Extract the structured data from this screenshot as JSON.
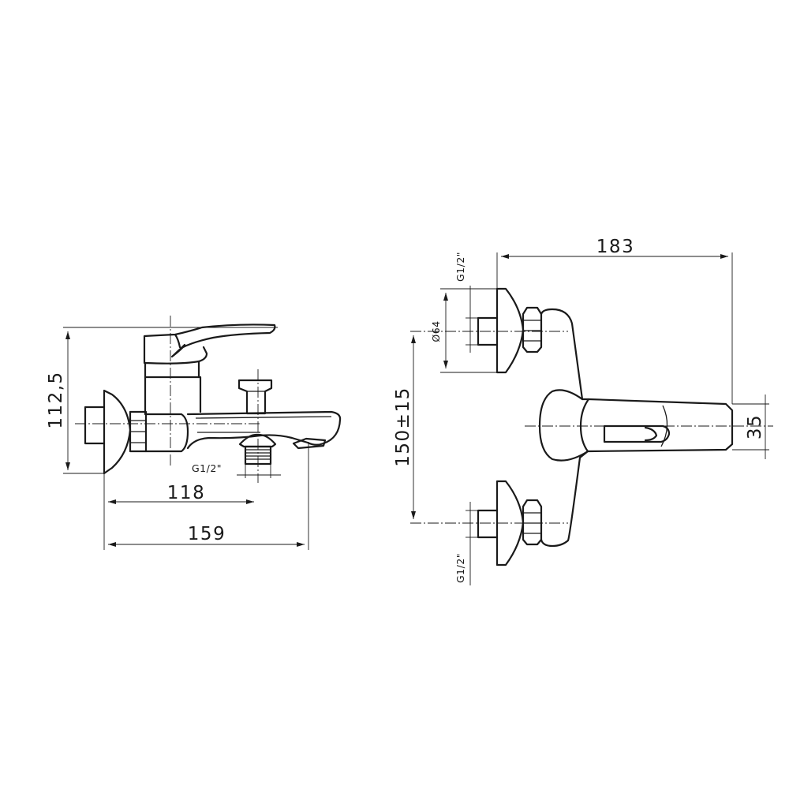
{
  "drawing": {
    "side_view": {
      "height": "112,5",
      "outlet_thread": "G1/2\"",
      "depth_to_outlet": "118",
      "total_depth": "159"
    },
    "front_view": {
      "total_width": "183",
      "inlet_thread_top": "G1/2\"",
      "inlet_thread_bottom": "G1/2\"",
      "flange_diameter": "Ø64",
      "centre_distance": "150±15",
      "spout_height": "35"
    }
  }
}
